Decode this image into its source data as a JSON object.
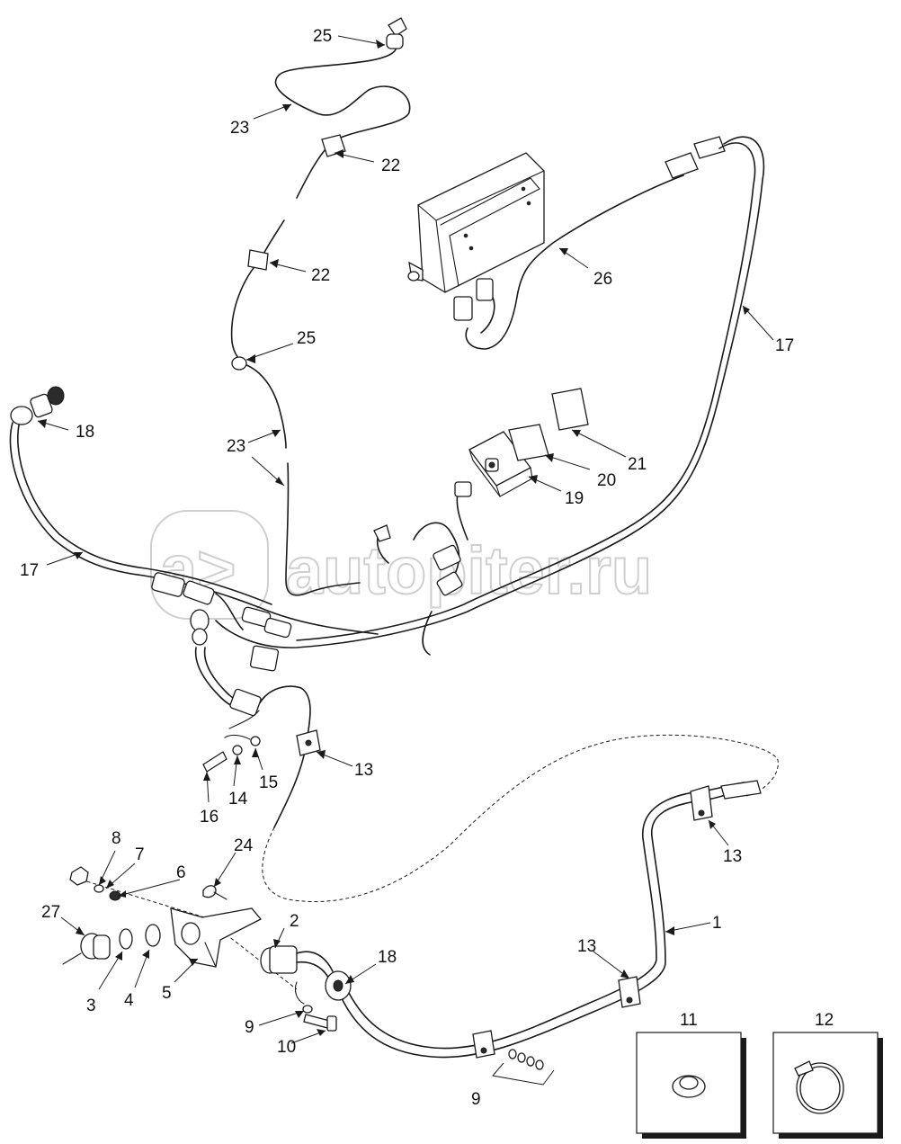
{
  "watermark": {
    "logo_letters": "a>",
    "text": "autopiter.ru",
    "color": "#cfcfcf"
  },
  "callouts": {
    "c1": "1",
    "c2": "2",
    "c3": "3",
    "c4": "4",
    "c5": "5",
    "c6": "6",
    "c7": "7",
    "c8": "8",
    "c9a": "9",
    "c9b": "9",
    "c10": "10",
    "c11": "11",
    "c12": "12",
    "c13a": "13",
    "c13b": "13",
    "c13c": "13",
    "c14": "14",
    "c15": "15",
    "c16": "16",
    "c17a": "17",
    "c17b": "17",
    "c18a": "18",
    "c18b": "18",
    "c19": "19",
    "c20": "20",
    "c21": "21",
    "c22a": "22",
    "c22b": "22",
    "c23a": "23",
    "c23b": "23",
    "c24": "24",
    "c25a": "25",
    "c25b": "25",
    "c26": "26",
    "c27": "27"
  },
  "colors": {
    "line": "#1a1a1a",
    "background": "#ffffff"
  }
}
